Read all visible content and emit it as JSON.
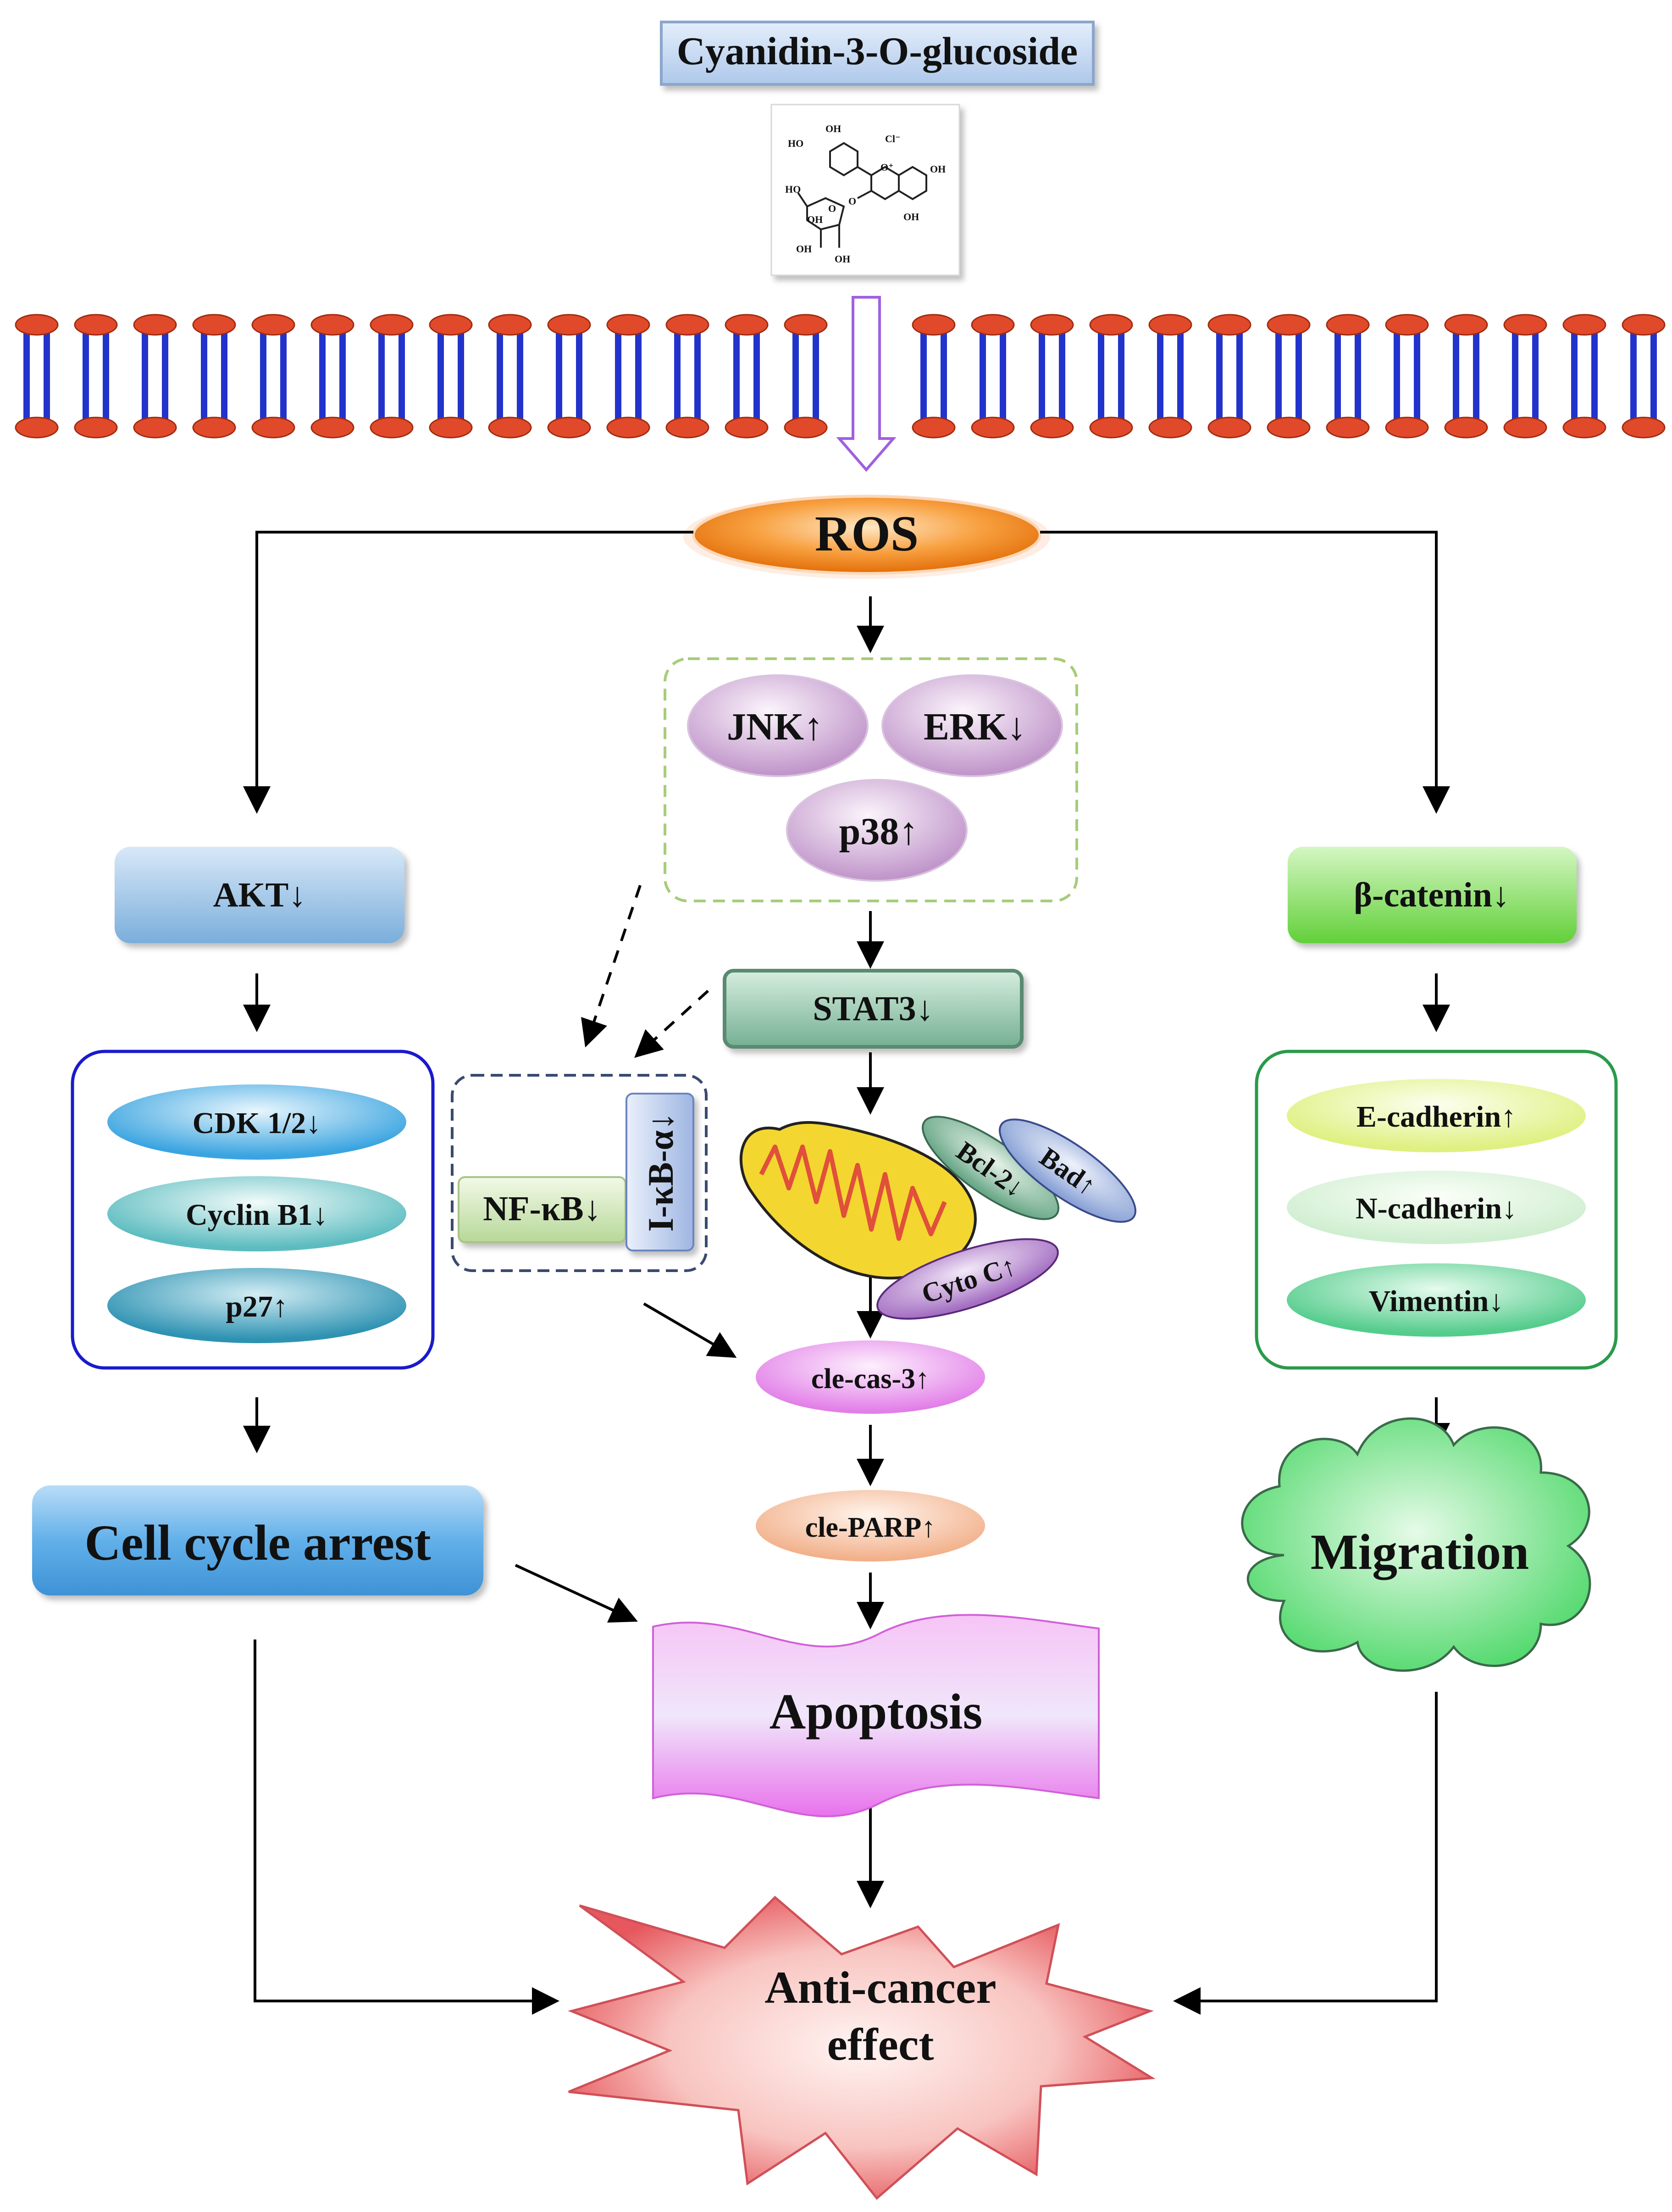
{
  "compound": {
    "name": "Cyanidin-3-O-glucoside",
    "structure_labels": [
      "HO",
      "OH",
      "Cl⁻",
      "O⁺",
      "OH",
      "HO",
      "O",
      "OH",
      "OH",
      "OH",
      "OH",
      "O"
    ]
  },
  "nodes": {
    "ros": "ROS",
    "jnk": "JNK",
    "erk": "ERK",
    "p38": "p38",
    "stat3": "STAT3",
    "akt": "AKT",
    "beta_catenin": "β-catenin",
    "cdk": "CDK 1/2",
    "cyclin": "Cyclin B1",
    "p27": "p27",
    "nfkb": "NF-κB",
    "ikba": "I-κB-α",
    "bcl2": "Bcl-2",
    "bad": "Bad",
    "cytoc": "Cyto C",
    "clecas3": "cle-cas-3",
    "cleparp": "cle-PARP",
    "ecad": "E-cadherin",
    "ncad": "N-cadherin",
    "vim": "Vimentin",
    "cellcycle": "Cell cycle arrest",
    "migration": "Migration",
    "apoptosis": "Apoptosis",
    "anticancer_line1": "Anti-cancer",
    "anticancer_line2": "effect"
  },
  "regulation": {
    "jnk": "up",
    "erk": "down",
    "p38": "up",
    "stat3": "down",
    "akt": "down",
    "beta_catenin": "down",
    "cdk": "down",
    "cyclin": "down",
    "p27": "up",
    "nfkb": "down",
    "ikba": "down",
    "bcl2": "down",
    "bad": "up",
    "cytoc": "up",
    "clecas3": "up",
    "cleparp": "up",
    "ecad": "up",
    "ncad": "down",
    "vim": "down"
  },
  "colors": {
    "lipid_head": "#e04a2a",
    "lipid_tail": "#2233cc",
    "ros": "#f07a10",
    "mapk": "#c9a4d1",
    "stat3": "#8fc6a9",
    "akt": "#8bb8e0",
    "beta_catenin": "#7fdc57",
    "cell_cycle_box": "#1a1acc",
    "emt_box": "#2a9a4a",
    "mapk_box": "#a8cc7a",
    "nfkb_box": "#3a4a70",
    "cell_cycle": "#5aaeea",
    "migration": "#5ee07a",
    "apoptosis": "#e070e8",
    "star": "#ea5a60",
    "mitochondrion": "#f4d630"
  }
}
